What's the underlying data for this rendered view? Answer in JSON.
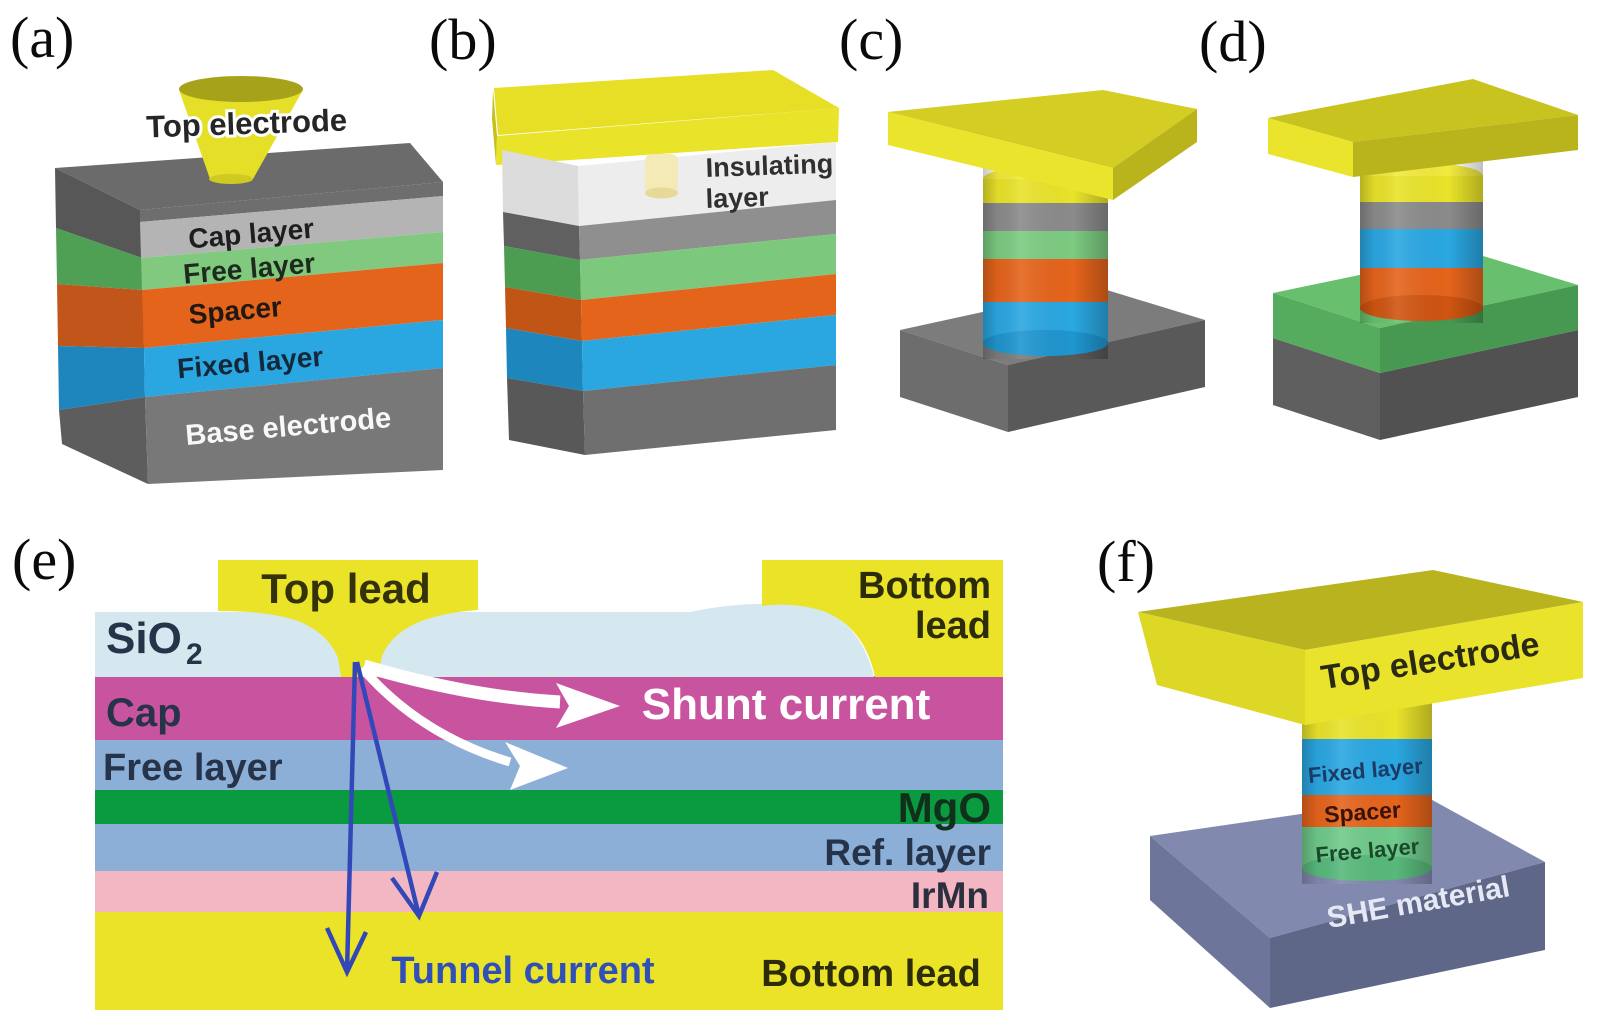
{
  "figure": {
    "description": "Six-panel schematic of magnetic tunnel junction device geometries",
    "colors": {
      "yellow": "#e9e32a",
      "yellow_top_face": "#d3cd24",
      "yellow_dark_side": "#b9b31c",
      "orange": "#e5641c",
      "blue": "#2aa7e1",
      "green": "#7ccb81",
      "gray": "#8b8b8b",
      "dark_gray": "#6b6b6b",
      "cap_gray": "#b4b4b4",
      "sio2_blue": "#d5e8f0",
      "cap_magenta": "#c8549f",
      "layer_blue": "#8cafd8",
      "mgo_green": "#0a9b40",
      "irmn_pink": "#f3b6c3",
      "lead_yellow": "#ebe328",
      "she_slate": "#8289ae",
      "arrow_blue": "#3348b8",
      "arrow_white": "#ffffff"
    },
    "panels": {
      "a": {
        "tag": "(a)",
        "top_electrode": "Top electrode",
        "layers": [
          "Cap layer",
          "Free layer",
          "Spacer",
          "Fixed layer",
          "Base electrode"
        ]
      },
      "b": {
        "tag": "(b)",
        "insulating_line1": "Insulating",
        "insulating_line2": "layer"
      },
      "c": {
        "tag": "(c)"
      },
      "d": {
        "tag": "(d)"
      },
      "e": {
        "tag": "(e)",
        "top_lead": "Top lead",
        "bottom_lead_line1": "Bottom",
        "bottom_lead_line2": "lead",
        "sio2_base": "SiO",
        "sio2_sub": "2",
        "cap": "Cap",
        "free_layer": "Free layer",
        "shunt_current": "Shunt current",
        "mgo": "MgO",
        "ref_layer": "Ref. layer",
        "irmn": "IrMn",
        "bottom_lead": "Bottom lead",
        "tunnel_current": "Tunnel current"
      },
      "f": {
        "tag": "(f)",
        "top_electrode": "Top electrode",
        "fixed_layer": "Fixed layer",
        "spacer": "Spacer",
        "free_layer": "Free layer",
        "she_material": "SHE material"
      }
    }
  }
}
